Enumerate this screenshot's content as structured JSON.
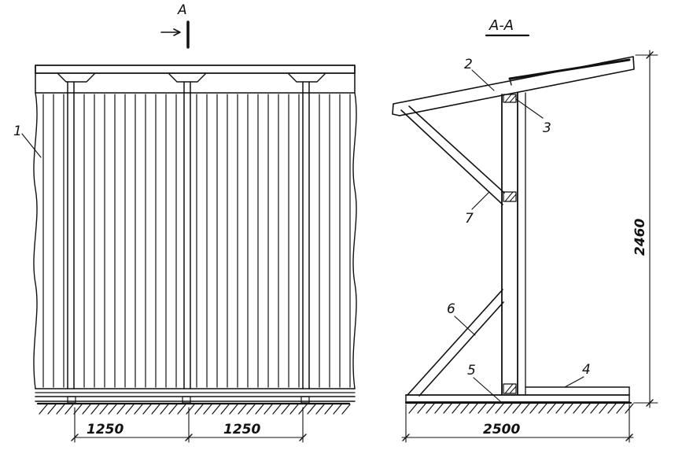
{
  "section_mark": "A",
  "section_title": "A-A",
  "callouts": [
    "1",
    "2",
    "3",
    "4",
    "5",
    "6",
    "7"
  ],
  "dimensions": {
    "span_left": "1250",
    "span_right": "1250",
    "depth": "2500",
    "height": "2460"
  }
}
